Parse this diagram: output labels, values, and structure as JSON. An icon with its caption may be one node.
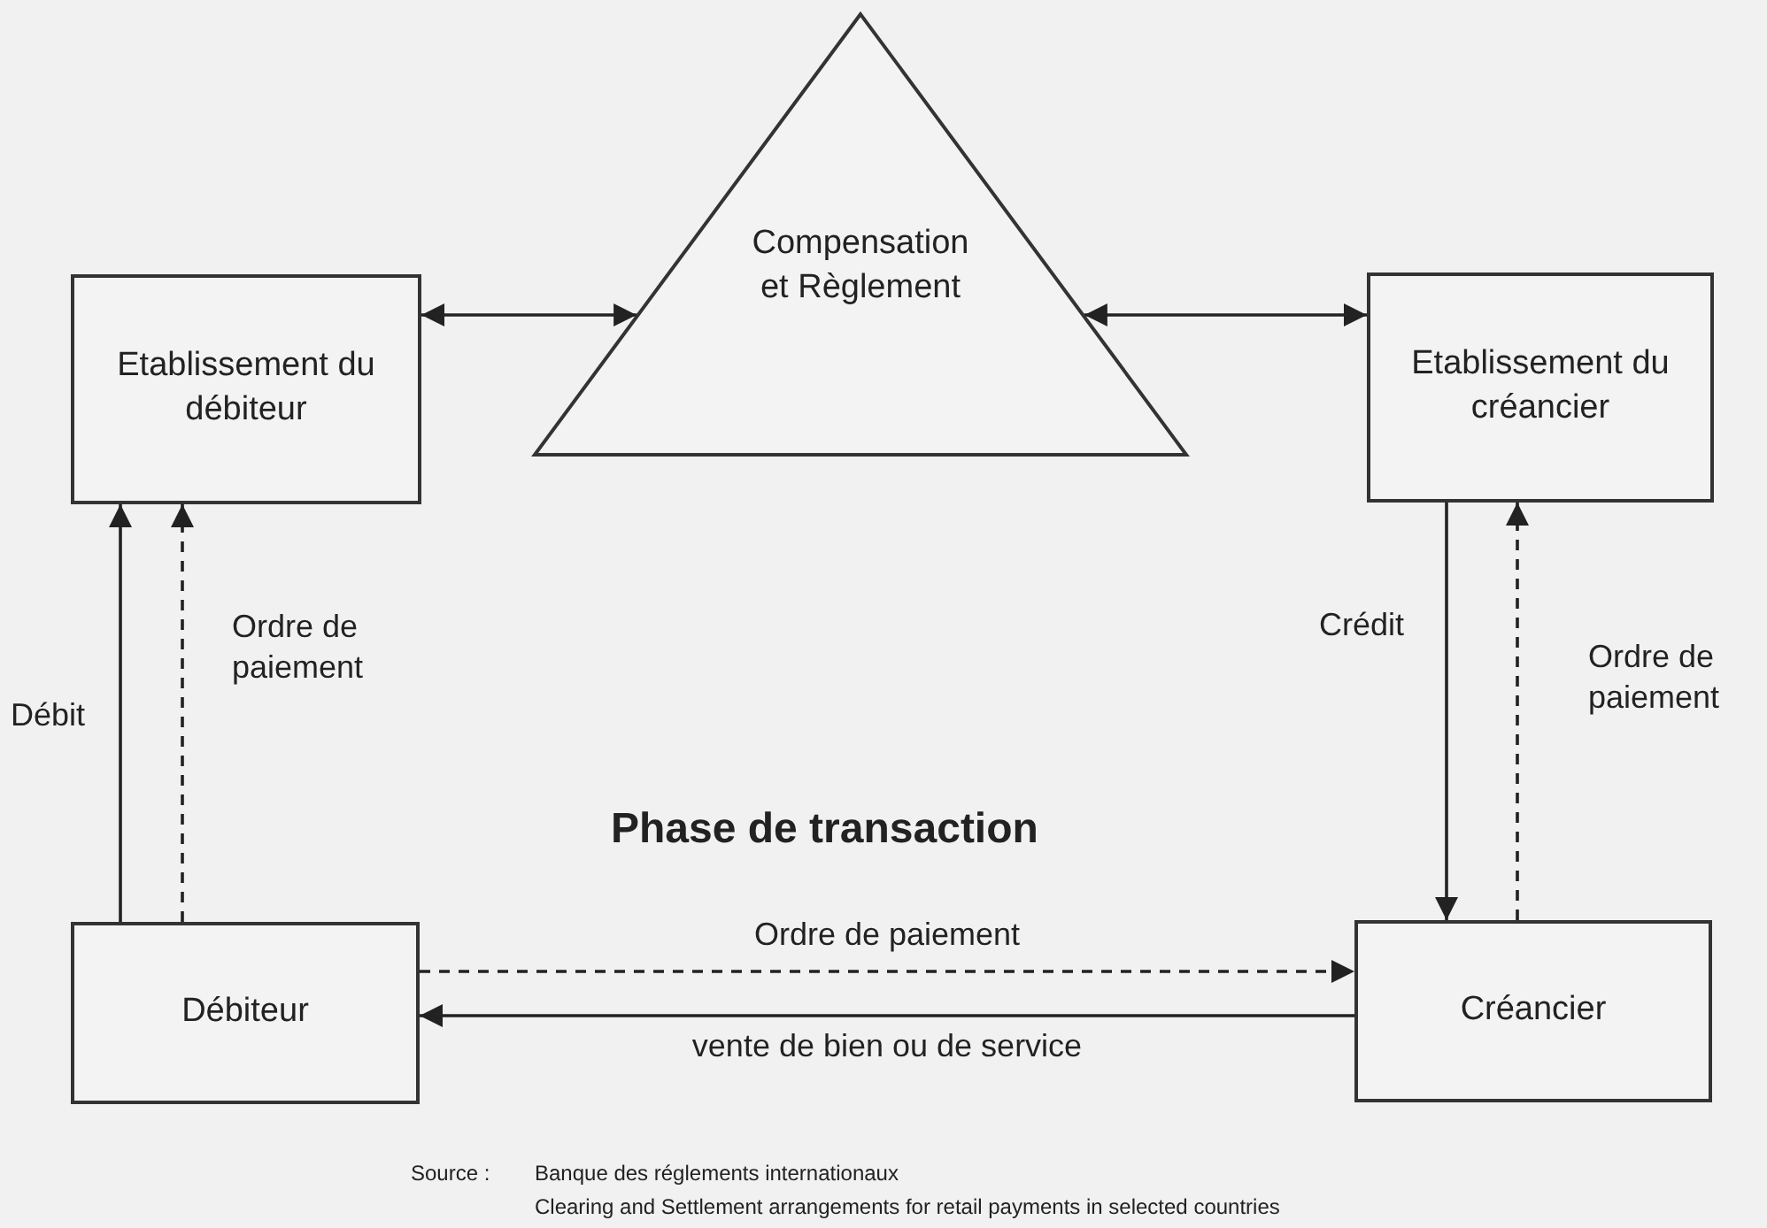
{
  "diagram": {
    "nodes": [
      {
        "text": [
          "Compensation et Règlement"
        ]
      },
      {
        "text": [
          "Etablissement du débiteur"
        ]
      },
      {
        "text": [
          "Etablissement du créancier"
        ]
      },
      {
        "text": [
          "Débiteur"
        ]
      },
      {
        "text": [
          "Créancier"
        ]
      }
    ],
    "edges": [
      {
        "from": 1,
        "to": 0,
        "arrow": "both"
      },
      {
        "from": 0,
        "to": 2,
        "arrow": "both"
      },
      {
        "from": 3,
        "to": 1,
        "arrow": "to",
        "label": "Débit"
      },
      {
        "from": 3,
        "to": 1,
        "arrow": "to",
        "style": "dashed",
        "label": "Ordre de paiement"
      },
      {
        "from": 2,
        "to": 4,
        "arrow": "to",
        "label": "Crédit"
      },
      {
        "from": 4,
        "to": 2,
        "arrow": "to",
        "style": "dashed",
        "label": "Ordre de paiement"
      },
      {
        "from": 3,
        "to": 4,
        "arrow": "to",
        "style": "dashed",
        "label": "Ordre de paiement"
      },
      {
        "from": 4,
        "to": 3,
        "arrow": "to",
        "label": "vente de bien ou de service"
      }
    ],
    "labels": [
      "Phase de transaction",
      "Source :",
      "Banque des réglements internationaux",
      "Clearing and Settlement arrangements for retail payments in selected countries"
    ]
  }
}
